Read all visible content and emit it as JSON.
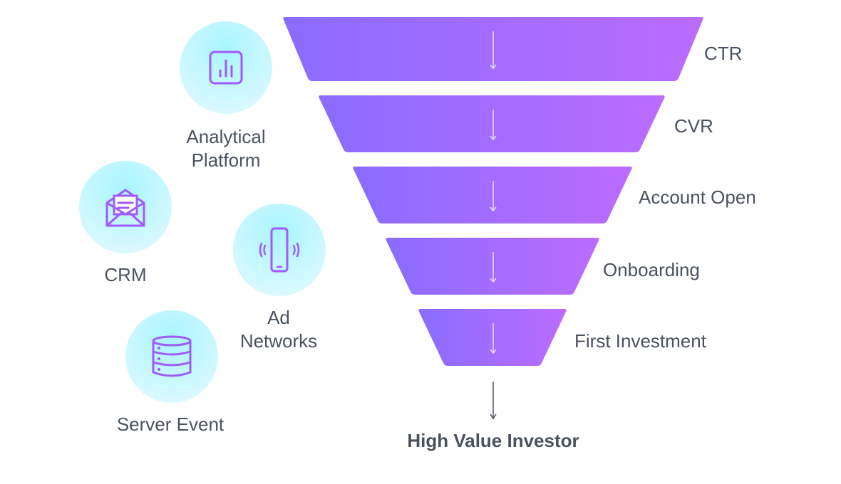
{
  "sources": [
    {
      "id": "analytical-platform",
      "label": "Analytical\nPlatform",
      "icon": "bar-chart-icon"
    },
    {
      "id": "crm",
      "label": "CRM",
      "icon": "envelope-icon"
    },
    {
      "id": "ad-networks",
      "label": "Ad\nNetworks",
      "icon": "smartphone-vibrate-icon"
    },
    {
      "id": "server-event",
      "label": "Server Event",
      "icon": "database-icon"
    }
  ],
  "funnel": {
    "stages": [
      {
        "label": "CTR"
      },
      {
        "label": "CVR"
      },
      {
        "label": "Account Open"
      },
      {
        "label": "Onboarding"
      },
      {
        "label": "First Investment"
      }
    ],
    "outcome": "High Value Investor",
    "gradient_start": "#8a6cff",
    "gradient_end": "#bb6cff"
  },
  "colors": {
    "icon_stroke": "#a05bff",
    "circle_fill": "#bff7ff",
    "text": "#4a5260"
  }
}
